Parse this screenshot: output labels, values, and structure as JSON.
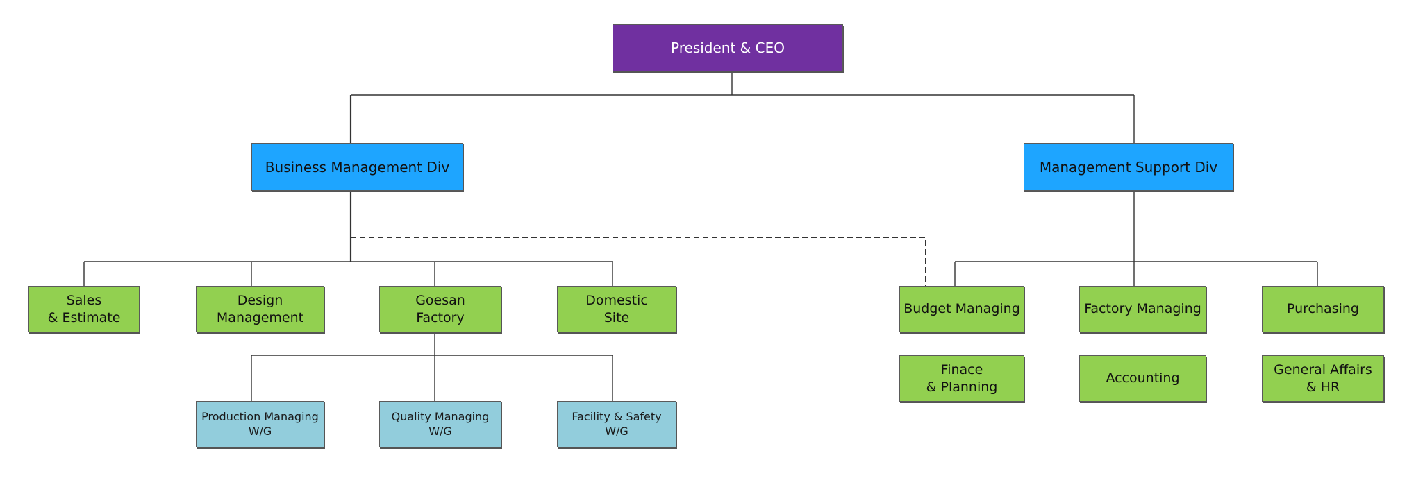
{
  "ceo": {
    "label": "President & CEO"
  },
  "divisions": {
    "business": {
      "label": "Business Management Div"
    },
    "support": {
      "label": "Management Support Div"
    }
  },
  "business_teams": {
    "sales": {
      "line1": "Sales",
      "line2": "& Estimate"
    },
    "design": {
      "line1": "Design",
      "line2": "Management"
    },
    "goesan": {
      "line1": "Goesan",
      "line2": "Factory"
    },
    "domestic": {
      "line1": "Domestic",
      "line2": "Site"
    }
  },
  "working_groups": {
    "production": {
      "line1": "Production Managing",
      "line2": "W/G"
    },
    "quality": {
      "line1": "Quality Managing",
      "line2": "W/G"
    },
    "facility": {
      "line1": "Facility & Safety",
      "line2": "W/G"
    }
  },
  "support_teams": {
    "budget": {
      "label": "Budget Managing"
    },
    "factory_managing": {
      "label": "Factory Managing"
    },
    "purchasing": {
      "label": "Purchasing"
    },
    "finance": {
      "line1": "Finace",
      "line2": "& Planning"
    },
    "accounting": {
      "label": "Accounting"
    },
    "general_affairs": {
      "line1": "General Affairs",
      "line2": "& HR"
    }
  },
  "colors": {
    "ceo": "#7030a0",
    "division": "#1ea5ff",
    "team": "#92d050",
    "working_group": "#92cddc",
    "connector": "#333333"
  }
}
